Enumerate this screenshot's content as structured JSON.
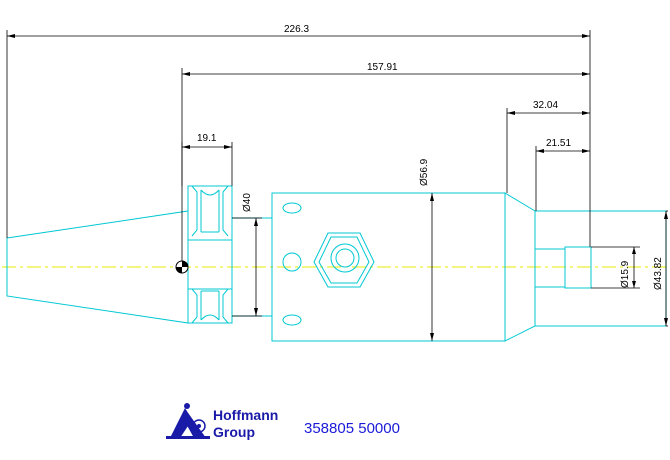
{
  "dimensions": {
    "overall_length": "226.3",
    "gauge_length": "157.91",
    "nose_length": "32.04",
    "stub_length": "21.51",
    "flange_width": "19.1",
    "shank_diameter": "Ø40",
    "body_diameter": "Ø56.9",
    "bore_diameter": "Ø15.9",
    "nose_diameter": "Ø43.82"
  },
  "logo": {
    "line1": "Hoffmann",
    "line2": "Group"
  },
  "part_number": "358805 50000",
  "colors": {
    "outline": "#00c8d2",
    "dimension": "#000000",
    "centerline": "#e8e800",
    "brand": "#1a1aa8"
  }
}
